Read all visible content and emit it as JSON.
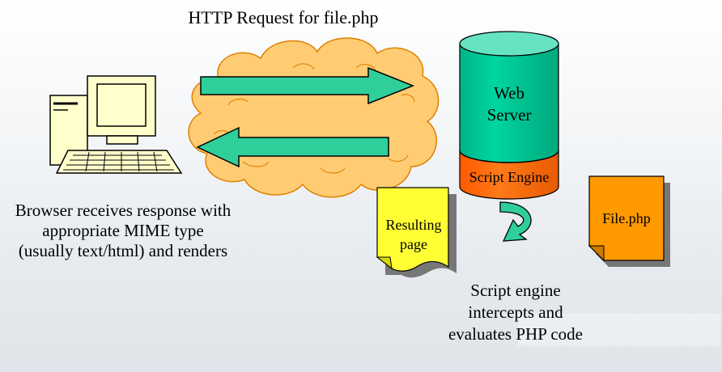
{
  "title": "HTTP Request for file.php",
  "server": {
    "label_line1": "Web",
    "label_line2": "Server",
    "engine_label": "Script Engine"
  },
  "resulting_page": {
    "line1": "Resulting",
    "line2": "page"
  },
  "file_doc": {
    "label": "File.php"
  },
  "browser_caption": "Browser receives response with appropriate MIME type (usually text/html) and renders",
  "engine_caption": "Script engine intercepts and evaluates PHP code",
  "colors": {
    "arrow": "#2fcf9b",
    "cloud": "#ffcc73",
    "cylinder": "#00cc99",
    "cylinder_top": "#66e3c3",
    "engine": "#ff6a00",
    "yellow_doc": "#ffff33",
    "orange_doc": "#ff9900"
  }
}
